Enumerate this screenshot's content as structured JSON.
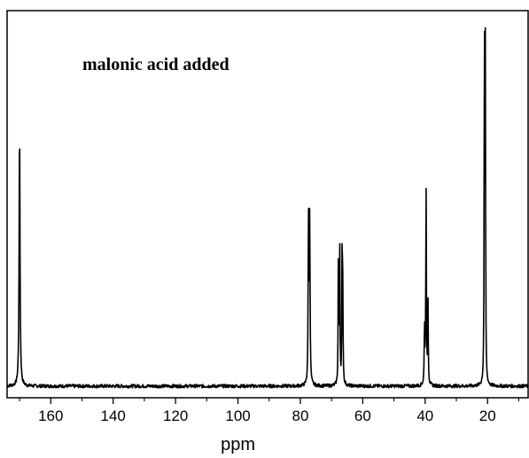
{
  "chart_data": {
    "type": "line",
    "title": "",
    "annotation": "malonic acid added",
    "xlabel": "ppm",
    "ylabel": "",
    "xlim": [
      174,
      7
    ],
    "x_reversed": true,
    "ylim": [
      0,
      100
    ],
    "xticks": [
      160,
      140,
      120,
      100,
      80,
      60,
      40,
      20
    ],
    "grid": false,
    "legend": "none",
    "line_color": "#000000",
    "baseline": 1.2,
    "series": [
      {
        "peaks": [
          {
            "x": 170.0,
            "height": 70,
            "width": 0.32
          },
          {
            "x": 77.4,
            "height": 44,
            "width": 0.25
          },
          {
            "x": 77.0,
            "height": 44,
            "width": 0.25
          },
          {
            "x": 67.8,
            "height": 35,
            "width": 0.2
          },
          {
            "x": 67.4,
            "height": 41,
            "width": 0.2
          },
          {
            "x": 66.6,
            "height": 39,
            "width": 0.2
          },
          {
            "x": 66.4,
            "height": 22,
            "width": 0.2
          },
          {
            "x": 40.2,
            "height": 16,
            "width": 0.22
          },
          {
            "x": 39.7,
            "height": 52,
            "width": 0.22
          },
          {
            "x": 39.1,
            "height": 22,
            "width": 0.22
          },
          {
            "x": 21.0,
            "height": 100,
            "width": 0.2
          },
          {
            "x": 20.7,
            "height": 86,
            "width": 0.18
          }
        ]
      }
    ]
  }
}
